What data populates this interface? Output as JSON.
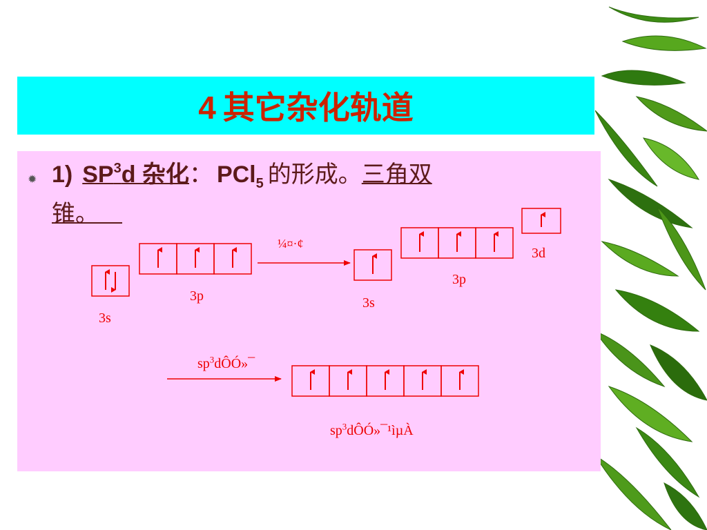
{
  "slide": {
    "title_number": "4",
    "title_text": "其它杂化轨道",
    "bullet_icon": "asterisk-bullet-icon",
    "line1": {
      "index": "1)",
      "sp": "SP",
      "sp_sup": "3",
      "d_hybrid": "d 杂化",
      "colon": "：",
      "pcl": "PCl",
      "pcl_sub": "5",
      "formation": "的形成。",
      "shape_part1": "三角双"
    },
    "line2": {
      "shape_part2": "锥。"
    },
    "decoration": "bamboo-leaves"
  },
  "diagram": {
    "labels": {
      "ground_3s": "3s",
      "ground_3p": "3p",
      "excitation": "¼¤·¢",
      "excited_3s": "3s",
      "excited_3p": "3p",
      "excited_3d": "3d",
      "hybridize_prefix": "sp",
      "hybridize_sup": "3",
      "hybridize_suffix": "dÔÓ»¯",
      "hybrid_orbital_prefix": "sp",
      "hybrid_orbital_sup": "3",
      "hybrid_orbital_suffix": "dÔÓ»¯¹ìµÀ"
    },
    "ground_state": {
      "3s": [
        "up-down"
      ],
      "3p": [
        "up",
        "up",
        "up"
      ]
    },
    "excited_state": {
      "3s": [
        "up"
      ],
      "3p": [
        "up",
        "up",
        "up"
      ],
      "3d": [
        "up"
      ]
    },
    "hybrid_state": [
      "up",
      "up",
      "up",
      "up",
      "up"
    ],
    "colors": {
      "orbital": "#ee0000",
      "title": "#cc2200",
      "title_bar": "#00ffff",
      "content_bg": "#ffccff",
      "text": "#5c1a1a"
    }
  }
}
